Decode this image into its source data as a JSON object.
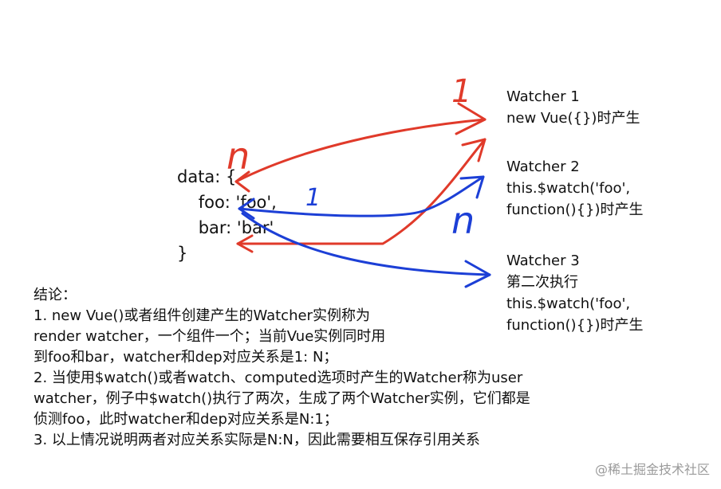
{
  "code": {
    "line1": "data: {",
    "line2": "    foo: 'foo',",
    "line3": "    bar: 'bar'",
    "line4": "}"
  },
  "watchers": [
    {
      "lines": [
        "Watcher 1",
        "new Vue({})时产生"
      ]
    },
    {
      "lines": [
        "Watcher 2",
        "this.$watch('foo',",
        "function(){})时产生"
      ]
    },
    {
      "lines": [
        "Watcher 3",
        "第二次执行",
        "this.$watch('foo',",
        "function(){})时产生"
      ]
    }
  ],
  "annotations": {
    "red_one": "1",
    "red_n": "n",
    "blue_one": "1",
    "blue_n": "n"
  },
  "conclusion": [
    "结论：",
    "1. new Vue()或者组件创建产生的Watcher实例称为",
    "render watcher，一个组件一个；当前Vue实例同时用",
    "到foo和bar，watcher和dep对应关系是1: N；",
    "2. 当使用$watch()或者watch、computed选项时产生的Watcher称为user",
    "watcher，例子中$watch()执行了两次，生成了两个Watcher实例，它们都是",
    "侦测foo，此时watcher和dep对应关系是N:1；",
    "3. 以上情况说明两者对应关系实际是N:N，因此需要相互保存引用关系"
  ],
  "watermark": "@稀土掘金技术社区",
  "colors": {
    "red": "#e03a2a",
    "blue": "#1c3fd6"
  }
}
